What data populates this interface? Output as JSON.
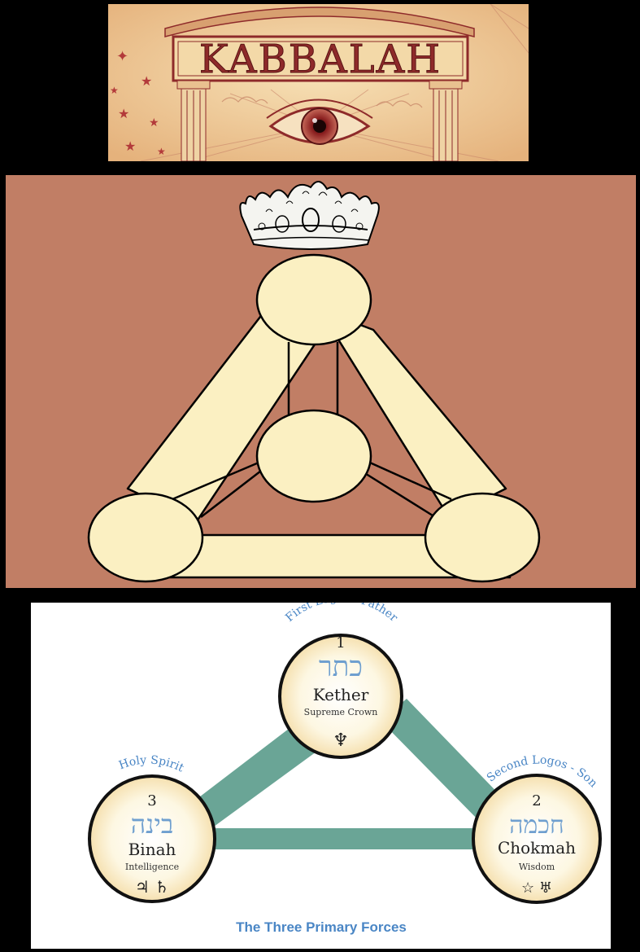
{
  "banner": {
    "title": "KABBALAH",
    "colors": {
      "paper": "#f1cf9a",
      "ink": "#8e2a2a",
      "eye": "#7a1e1e"
    }
  },
  "triangle_panel": {
    "colors": {
      "background": "#c17e65",
      "fill": "#fbf0c2",
      "stroke": "#000000"
    },
    "crown_icon": "crown-icon"
  },
  "sephiroth_panel": {
    "colors": {
      "background": "#ffffff",
      "path": "#6aa596",
      "label_blue": "#4a86c5",
      "hebrew_blue": "#6f9fcf",
      "circle_fill": "#fdf3d3",
      "circle_edge": "#111111"
    },
    "kether": {
      "arc_label": "First Logos - Father",
      "number": "1",
      "hebrew": "כתר",
      "name": "Kether",
      "subtitle": "Supreme Crown",
      "symbols": "♆"
    },
    "binah": {
      "arc_label": "Holy Spirit",
      "number": "3",
      "hebrew": "בינה",
      "name": "Binah",
      "subtitle": "Intelligence",
      "symbols": "♃ ♄"
    },
    "chokmah": {
      "arc_label": "Second Logos - Son",
      "number": "2",
      "hebrew": "חכמה",
      "name": "Chokmah",
      "subtitle": "Wisdom",
      "symbols": "☆ ♅"
    },
    "caption": "The Three Primary Forces"
  }
}
